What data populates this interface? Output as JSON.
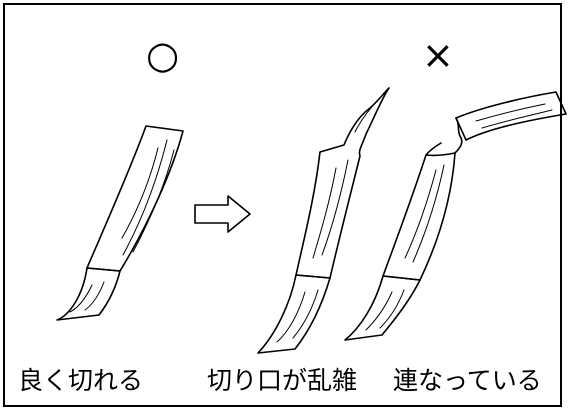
{
  "markers": {
    "good": "○",
    "bad": "×"
  },
  "captions": {
    "good_cut": "良く切れる",
    "rough_cut": "切り口が乱雑",
    "connected": "連なっている"
  }
}
